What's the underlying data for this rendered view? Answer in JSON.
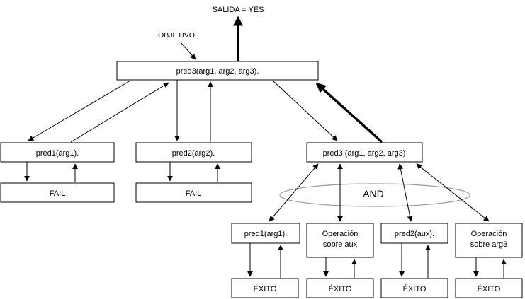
{
  "labels": {
    "output": "SALIDA = YES",
    "objective": "OBJETIVO",
    "and": "AND"
  },
  "nodes": {
    "root": "pred3(arg1, arg2, arg3).",
    "p1": "pred1(arg1).",
    "p2": "pred2(arg2).",
    "p3": "pred3 (arg1, arg2, arg3)",
    "fail1": "FAIL",
    "fail2": "FAIL",
    "c1": "pred1(arg1).",
    "c2_line1": "Operación",
    "c2_line2": "sobre aux",
    "c3": "pred2(aux).",
    "c4_line1": "Operación",
    "c4_line2": "sobre arg3",
    "e1": "ÉXITO",
    "e2": "ÉXITO",
    "e3": "ÉXITO",
    "e4": "ÉXITO"
  }
}
